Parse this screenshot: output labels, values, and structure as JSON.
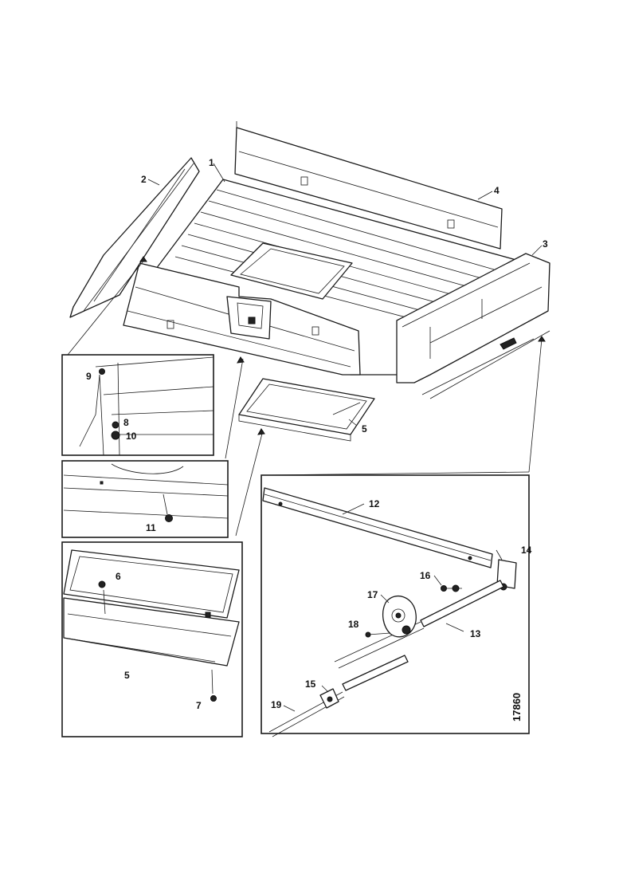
{
  "diagram": {
    "reference_code": "17860",
    "callouts": {
      "c1": "1",
      "c2": "2",
      "c3": "3",
      "c4": "4",
      "c5a": "5",
      "c5b": "5",
      "c6": "6",
      "c7": "7",
      "c8": "8",
      "c9": "9",
      "c10": "10",
      "c11": "11",
      "c12": "12",
      "c13": "13",
      "c14": "14",
      "c15": "15",
      "c16": "16",
      "c17": "17",
      "c18": "18",
      "c19": "19"
    }
  }
}
